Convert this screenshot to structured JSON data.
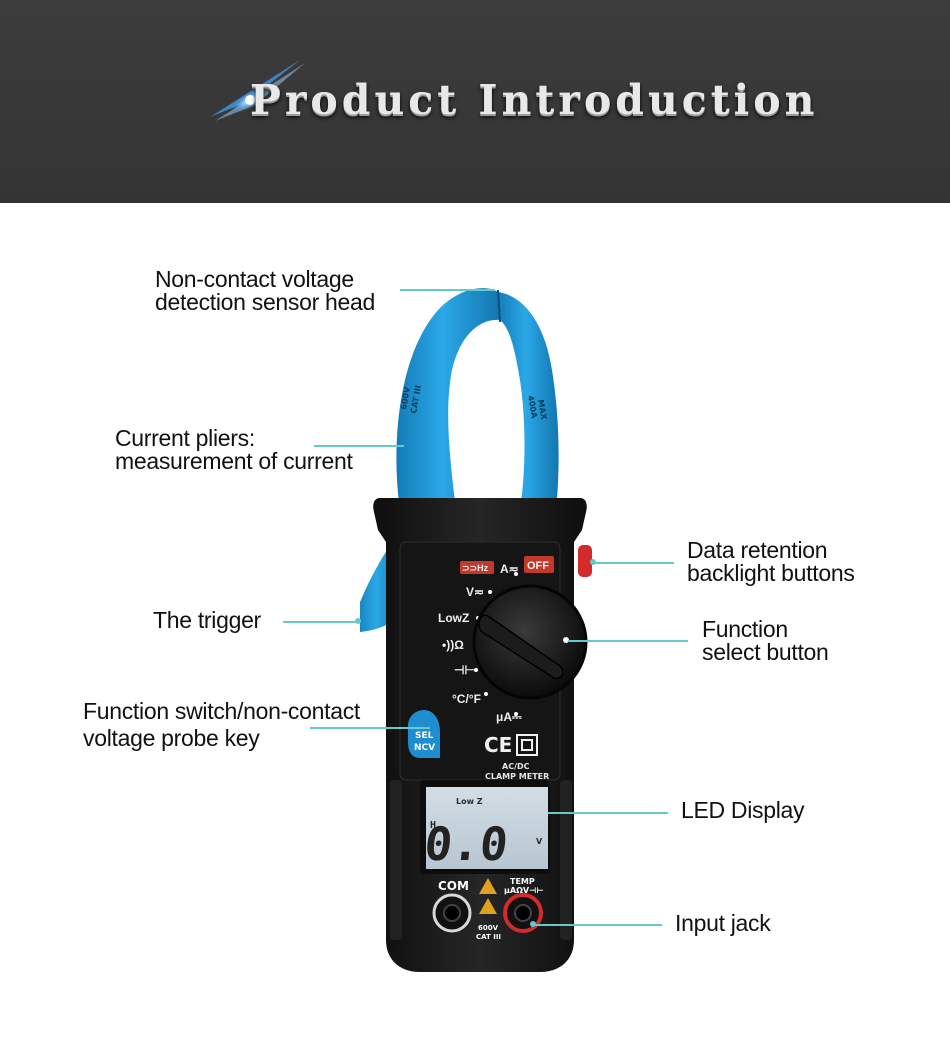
{
  "banner": {
    "title": "Product Introduction"
  },
  "meter": {
    "dial_labels": {
      "clamp_hz": "⊃⊃Hz",
      "amps_ac": "A≂",
      "off": "OFF",
      "volts": "V≂",
      "lowz": "LowZ",
      "ohm": "•))Ω",
      "cap": "⊣⊢",
      "temp": "°C/°F",
      "microamp": "μA⎓"
    },
    "sel_key": {
      "line1": "SEL",
      "line2": "NCV"
    },
    "cert_marks": {
      "ce": "CE",
      "double_insulation": "◻"
    },
    "model": {
      "line1": "AC/DC",
      "line2": "CLAMP METER"
    },
    "jaw_text": {
      "left1": "600V",
      "left2": "CAT III",
      "right1": "MAX",
      "right2": "400A"
    },
    "display": {
      "mode": "Low Z",
      "reading": "0.0",
      "unit": "V",
      "hold": "H"
    },
    "jacks": {
      "com": "COM",
      "rating1": "600V",
      "rating2": "CAT III",
      "input_top": "TEMP",
      "input_bottom": "μAΩV⊣⊢"
    },
    "colors": {
      "blue": "#1e9ad8",
      "body": "#1a1a1a",
      "red": "#d32a2a",
      "lcd": "#c7d3dc"
    }
  },
  "callouts": {
    "ncv_head": {
      "line1": "Non-contact voltage",
      "line2": "detection sensor head"
    },
    "pliers": {
      "line1": "Current pliers:",
      "line2": "measurement of current"
    },
    "trigger": {
      "line1": "The trigger"
    },
    "sel_key": {
      "line1": "Function switch/non-contact",
      "line2": "voltage probe key"
    },
    "retention": {
      "line1": "Data retention",
      "line2": "backlight buttons"
    },
    "function": {
      "line1": "Function",
      "line2": "select button"
    },
    "display": {
      "line1": "LED Display"
    },
    "jack": {
      "line1": "Input jack"
    }
  }
}
